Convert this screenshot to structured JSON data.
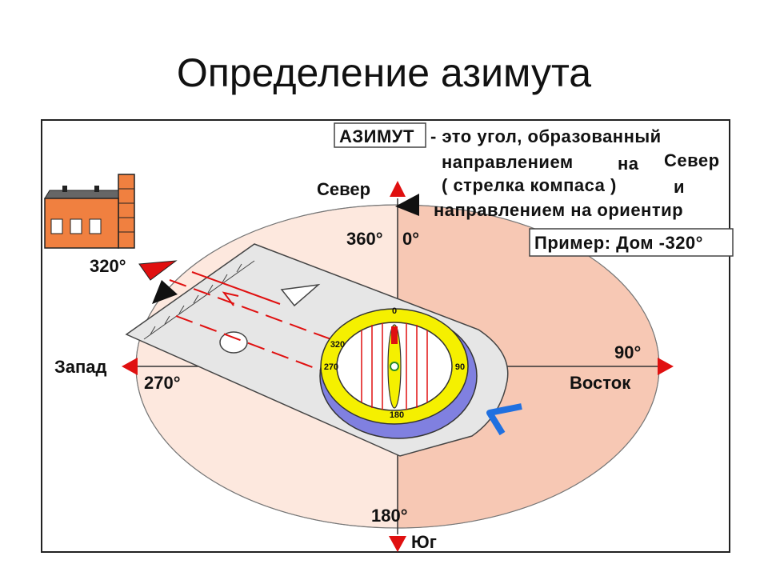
{
  "slide": {
    "title": "Определение азимута"
  },
  "definition": {
    "term": "АЗИМУТ",
    "line1": "- это угол, образованный",
    "line2": "направлением",
    "line2b": "на",
    "line2c": "Север",
    "line3": "( стрелка компаса )",
    "line3b": "и",
    "line4": "направлением на ориентир"
  },
  "example": {
    "text": "Пример: Дом -320°"
  },
  "directions": {
    "north": "Север",
    "south": "Юг",
    "west": "Запад",
    "east": "Восток",
    "deg_360": "360°",
    "deg_0": "0°",
    "deg_90": "90°",
    "deg_180": "180°",
    "deg_270": "270°",
    "deg_320": "320°"
  },
  "compass": {
    "bezel_0": "0",
    "bezel_90": "90",
    "bezel_180": "180",
    "bezel_270": "270",
    "bezel_320": "320"
  },
  "colors": {
    "disk": "#f7c8b4",
    "arrow_red": "#e01010",
    "house_wall": "#f08040",
    "bezel_yellow": "#f5f000",
    "bezel_blue": "#8080e0",
    "pointer_blue": "#2070e0"
  }
}
